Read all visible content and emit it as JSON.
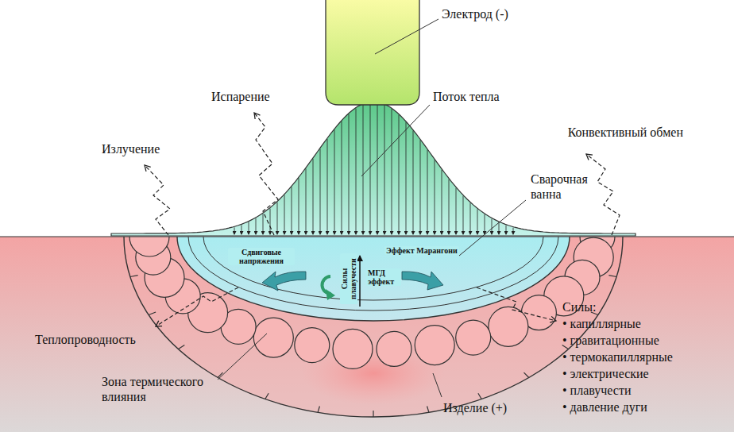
{
  "diagram": {
    "labels": [
      "Электрод (-)",
      "Испарение",
      "Поток тепла",
      "Излучение",
      "Конвективный обмен",
      "Сварочная ванна",
      "Сдвиговые напряжения",
      "Эффект Марангони",
      "Силы плавучести",
      "МГД эффект",
      "Теплопроводность",
      "Силы:",
      "• капиллярные",
      "• гравитационные",
      "• термокапиллярные",
      "• электрические",
      "• плавучести",
      "• давление дуги",
      "Зона термического влияния",
      "Изделие (+)"
    ]
  }
}
